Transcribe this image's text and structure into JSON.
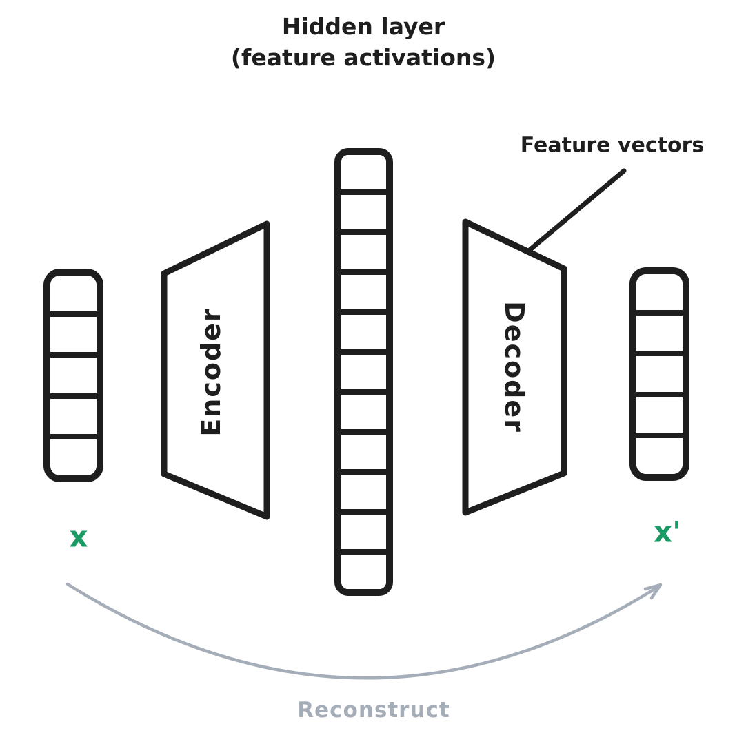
{
  "title": {
    "line1": "Hidden layer",
    "line2": "(feature activations)"
  },
  "labels": {
    "feature_vectors": "Feature vectors",
    "encoder": "Encoder",
    "decoder": "Decoder",
    "input": "x",
    "output": "x'",
    "reconstruct": "Reconstruct"
  },
  "vectors": {
    "input_cells": 5,
    "hidden_cells": 11,
    "output_cells": 5
  },
  "colors": {
    "ink": "#1e1e1e",
    "accent_green": "#1a9a65",
    "muted_gray": "#a5adb8"
  }
}
